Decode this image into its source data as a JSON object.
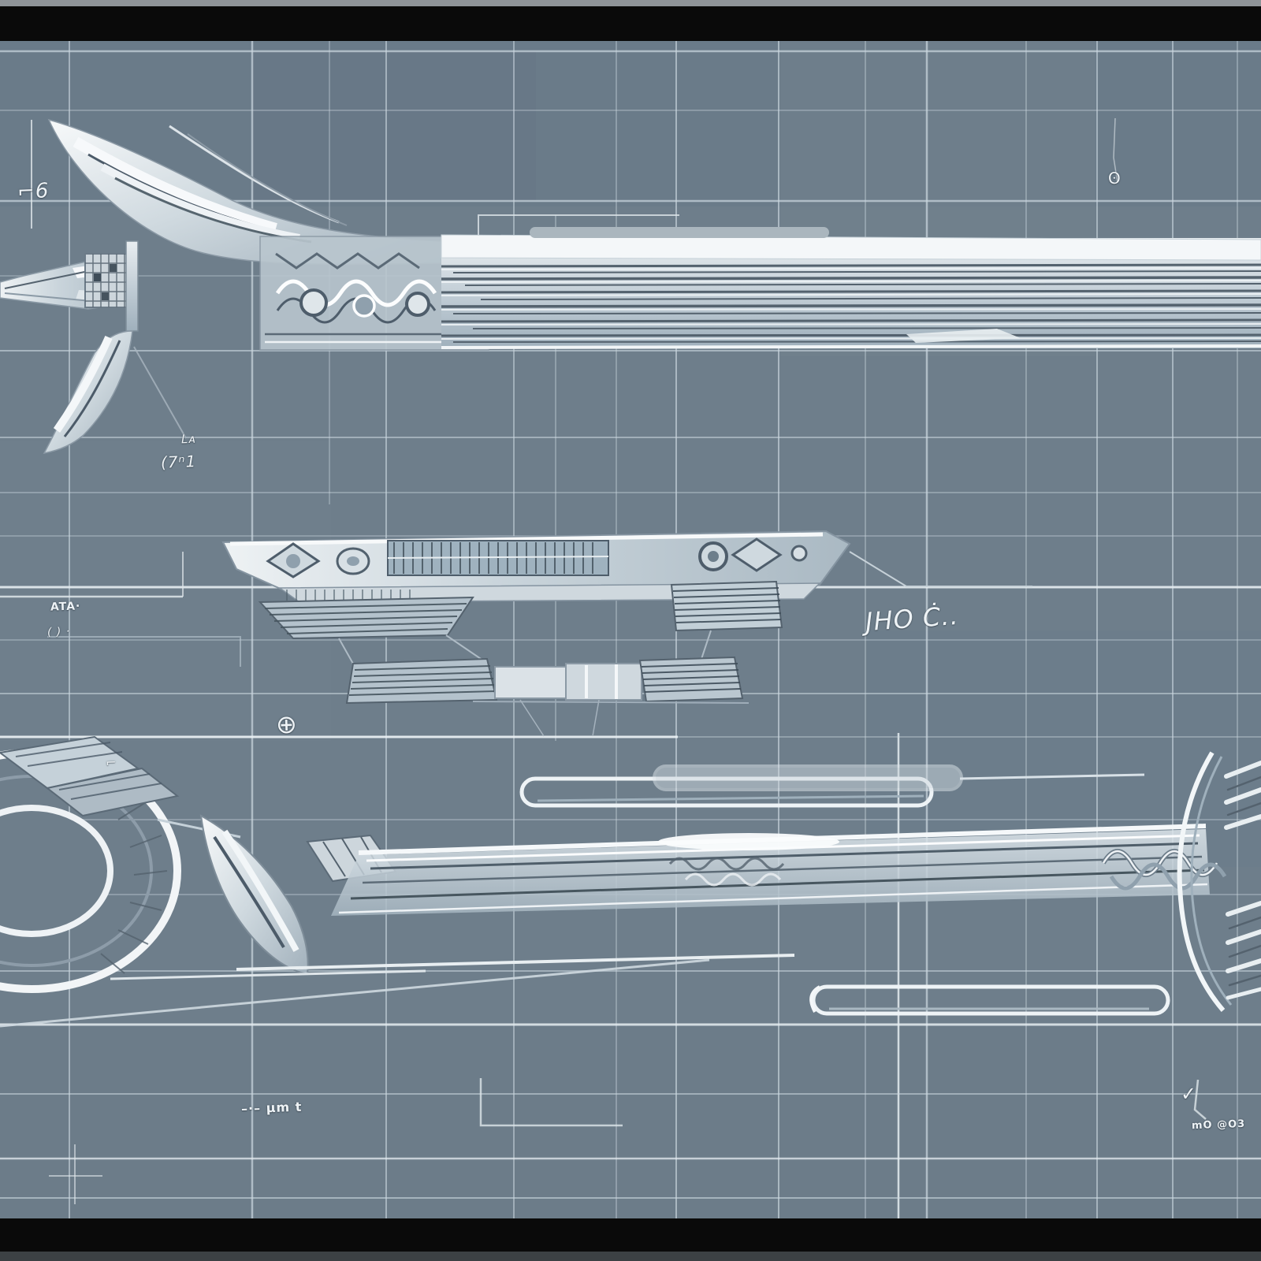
{
  "colors": {
    "background": "#6e7e8b",
    "background_dark_patch": "#64758600",
    "grid_line": "#ccd8e0",
    "grid_line_bright": "#eef4f7",
    "frame_band": "#0a0a0a",
    "frame_edge_top_strip": "#8f9498",
    "frame_edge_bottom_strip": "#3c4144",
    "metal_white": "#f5f8fa",
    "metal_light": "#dde4e9",
    "metal_mid": "#aebbc5",
    "metal_steel": "#9fb0bc",
    "metal_dark_line": "#4c5b69",
    "hatch_dark": "#3f4e5a"
  },
  "annotations": [
    {
      "id": "dim-mark-topleft",
      "text": "⌐6"
    },
    {
      "id": "scribble-la",
      "text": "Lᴀ"
    },
    {
      "id": "scribble-seven",
      "text": "(7ⁿ1"
    },
    {
      "id": "scribble-ata",
      "text": "ATA·"
    },
    {
      "id": "scribble-paren",
      "text": "( ) ·"
    },
    {
      "id": "scribble-jho",
      "text": "JHO Ċ.."
    },
    {
      "id": "plus-box-glyph",
      "text": "⊕"
    },
    {
      "id": "flag-glyph",
      "text": "⌐"
    },
    {
      "id": "scribble-mu",
      "text": "–·– µm t"
    },
    {
      "id": "check-glyph",
      "text": "✓"
    },
    {
      "id": "scribble-stamp",
      "text": "mO @O3"
    },
    {
      "id": "teardrop-glyph",
      "text": "ʘ"
    }
  ]
}
